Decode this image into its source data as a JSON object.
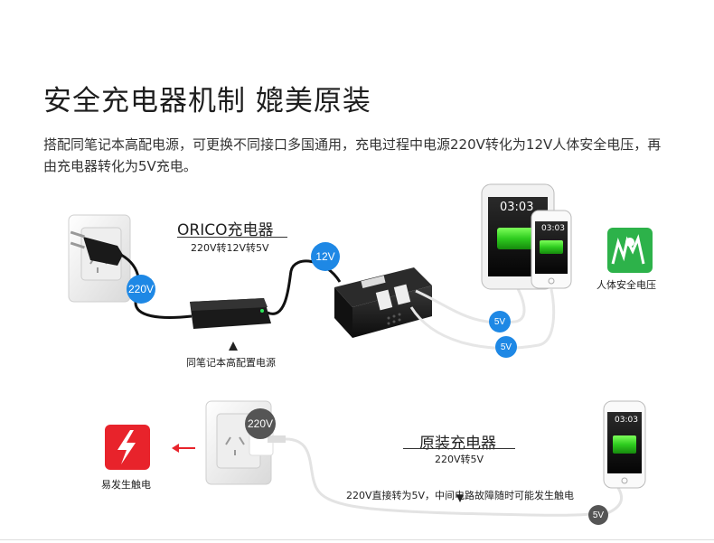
{
  "title": "安全充电器机制 媲美原装",
  "description": "搭配同笔记本高配电源，可更换不同接口多国通用，充电过程中电源220V转化为12V人体安全电压，再由充电器转化为5V充电。",
  "top_diagram": {
    "heading": "ORICO充电器",
    "subheading": "220V转12V转5V",
    "adapter_caption": "同笔记本高配置电源",
    "badge_220v": "220V",
    "badge_12v": "12V",
    "badge_5v_a": "5V",
    "badge_5v_b": "5V",
    "phone_time_large": "03:03",
    "phone_time_small": "03:03",
    "safe_label": "人体安全电压"
  },
  "bottom_diagram": {
    "heading": "原装充电器",
    "subheading": "220V转5V",
    "badge_220v": "220V",
    "badge_5v": "5V",
    "path_note": "220V直接转为5V，中间电路故障随时可能发生触电",
    "danger_label": "易发生触电",
    "phone_time": "03:03"
  },
  "colors": {
    "accent_blue": "#1e88e5",
    "safe_green": "#2db24a",
    "danger_red": "#e8232b",
    "battery_green": "#3ddc2a"
  }
}
